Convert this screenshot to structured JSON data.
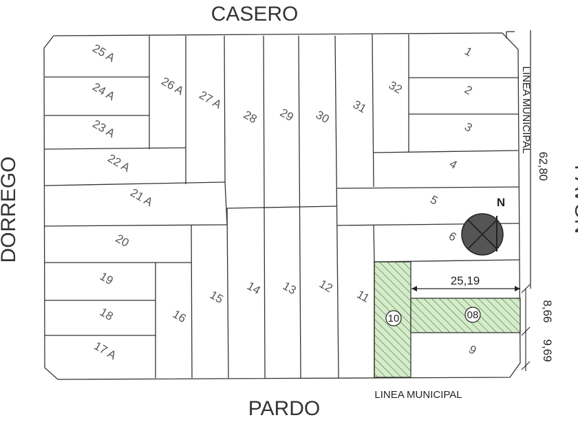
{
  "streets": {
    "top": "CASERO",
    "left": "DORREGO",
    "bottom": "PARDO",
    "right": "PAVON"
  },
  "labels": {
    "linea_municipal_right": "LINEA MUNICIPAL",
    "linea_municipal_bottom": "LINEA MUNICIPAL",
    "north": "N"
  },
  "dimensions": {
    "block_side": "62,80",
    "lot8_width": "25,19",
    "dim_a": "8,66",
    "dim_b": "9,69"
  },
  "lots": {
    "l1": "1",
    "l2": "2",
    "l3": "3",
    "l4": "4",
    "l5": "5",
    "l6": "6",
    "l8": "08",
    "l9": "9",
    "l10": "10",
    "l11": "11",
    "l12": "12",
    "l13": "13",
    "l14": "14",
    "l15": "15",
    "l16": "16",
    "l17": "17 A",
    "l18": "18",
    "l19": "19",
    "l20": "20",
    "l21": "21 A",
    "l22": "22 A",
    "l23": "23 A",
    "l24": "24 A",
    "l25": "25 A",
    "l26": "26 A",
    "l27": "27 A",
    "l28": "28",
    "l29": "29",
    "l30": "30",
    "l31": "31",
    "l32": "32"
  },
  "colors": {
    "hatch_fill": "#d6ebcc",
    "hatch_line": "#4b8a3c",
    "compass": "#555555"
  }
}
